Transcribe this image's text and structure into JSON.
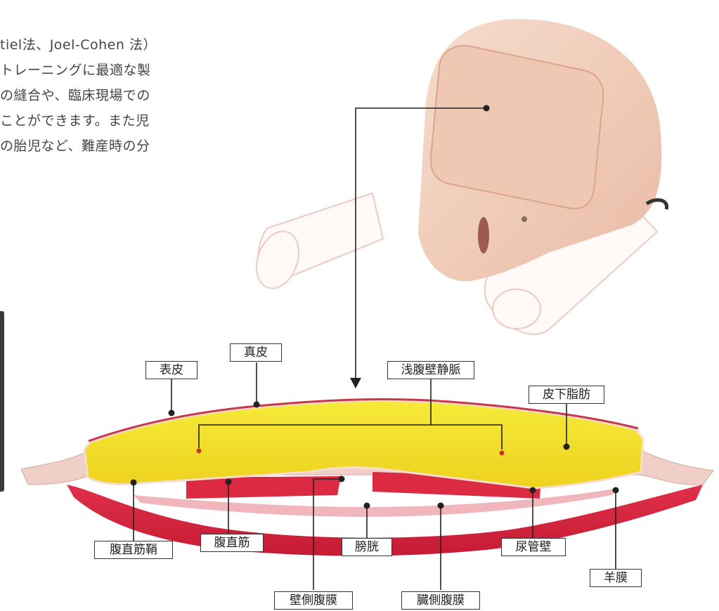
{
  "intro_text": [
    "tiel法、Joel-Cohen 法）",
    "トレーニングに最適な製",
    "の縫合や、臨床現場での",
    "ことができます。また児",
    "の胎児など、難産時の分"
  ],
  "layers": {
    "epidermis": "表皮",
    "dermis": "真皮",
    "superficial_vein": "浅腹壁静脈",
    "subcutaneous_fat": "皮下脂肪",
    "rectus_sheath": "腹直筋鞘",
    "rectus_muscle": "腹直筋",
    "bladder": "膀胱",
    "ureter_wall": "尿管壁",
    "amnion": "羊膜",
    "parietal_peritoneum": "壁側腹膜",
    "visceral_peritoneum": "臓側腹膜"
  },
  "colors": {
    "skin": "#f3d2c0",
    "fat": "#f2e52a",
    "muscle": "#d8243c",
    "dermis_line": "#c9374a",
    "peritoneum": "#f1b6bc",
    "line": "#222222"
  }
}
